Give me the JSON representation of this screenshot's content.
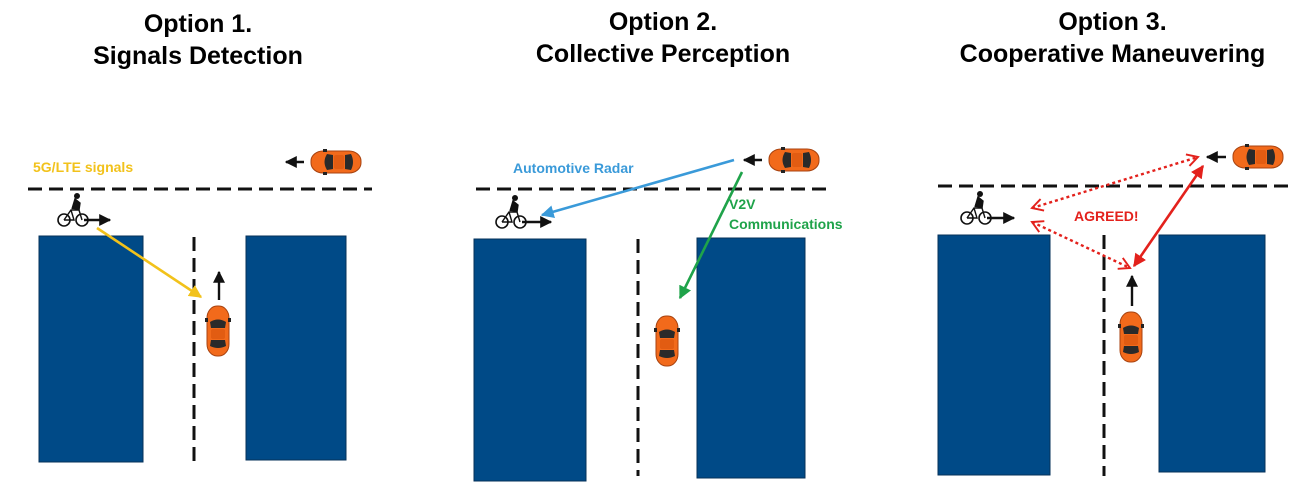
{
  "panels": [
    {
      "title_line1": "Option 1.",
      "title_line2": "Signals Detection",
      "labels": {
        "signals": "5G/LTE signals"
      }
    },
    {
      "title_line1": "Option 2.",
      "title_line2": "Collective Perception",
      "labels": {
        "radar": "Automotive Radar",
        "v2v_line1": "V2V",
        "v2v_line2": "Communications"
      }
    },
    {
      "title_line1": "Option 3.",
      "title_line2": "Cooperative Maneuvering",
      "labels": {
        "agreed": "AGREED!"
      }
    }
  ],
  "colors": {
    "building": "#004a87",
    "car_body": "#f26a1b",
    "signal": "#f2c21b",
    "radar": "#3a9ad9",
    "v2v": "#1fa34a",
    "maneuver": "#e3211c",
    "road_line": "#111111"
  },
  "icons": [
    "cyclist-icon",
    "car-icon",
    "direction-arrow-icon"
  ]
}
